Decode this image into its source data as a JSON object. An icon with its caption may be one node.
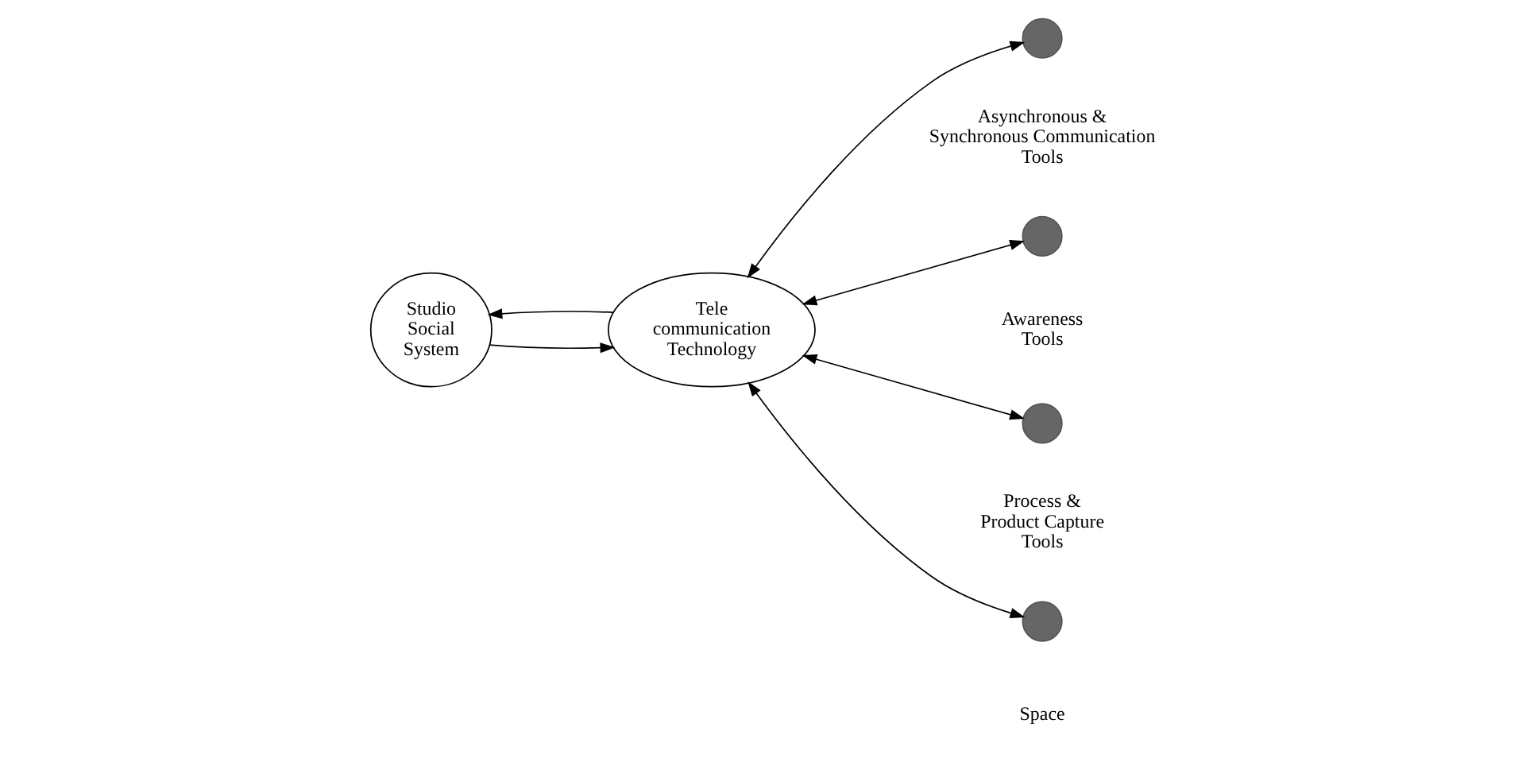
{
  "diagram": {
    "nodes": [
      {
        "text": [
          "Studio Social System"
        ]
      },
      {
        "text": [
          "Tele communication Technology"
        ]
      },
      {
        "text": [],
        "shape": "circle",
        "beside": [
          "Asynchronous & Synchronous Communication Tools"
        ]
      },
      {
        "text": [],
        "shape": "circle",
        "beside": [
          "Awareness Tools"
        ]
      },
      {
        "text": [],
        "shape": "circle",
        "beside": [
          "Process & Product Capture Tools"
        ]
      },
      {
        "text": [],
        "shape": "circle",
        "beside": [
          "Space"
        ]
      }
    ],
    "edges": [
      {
        "from": 0,
        "to": 1,
        "arrow": "to"
      },
      {
        "from": 1,
        "to": 0,
        "arrow": "to"
      },
      {
        "from": 1,
        "to": 2,
        "arrow": "both"
      },
      {
        "from": 1,
        "to": 3,
        "arrow": "both"
      },
      {
        "from": 1,
        "to": 4,
        "arrow": "both"
      },
      {
        "from": 1,
        "to": 5,
        "arrow": "both"
      }
    ]
  }
}
